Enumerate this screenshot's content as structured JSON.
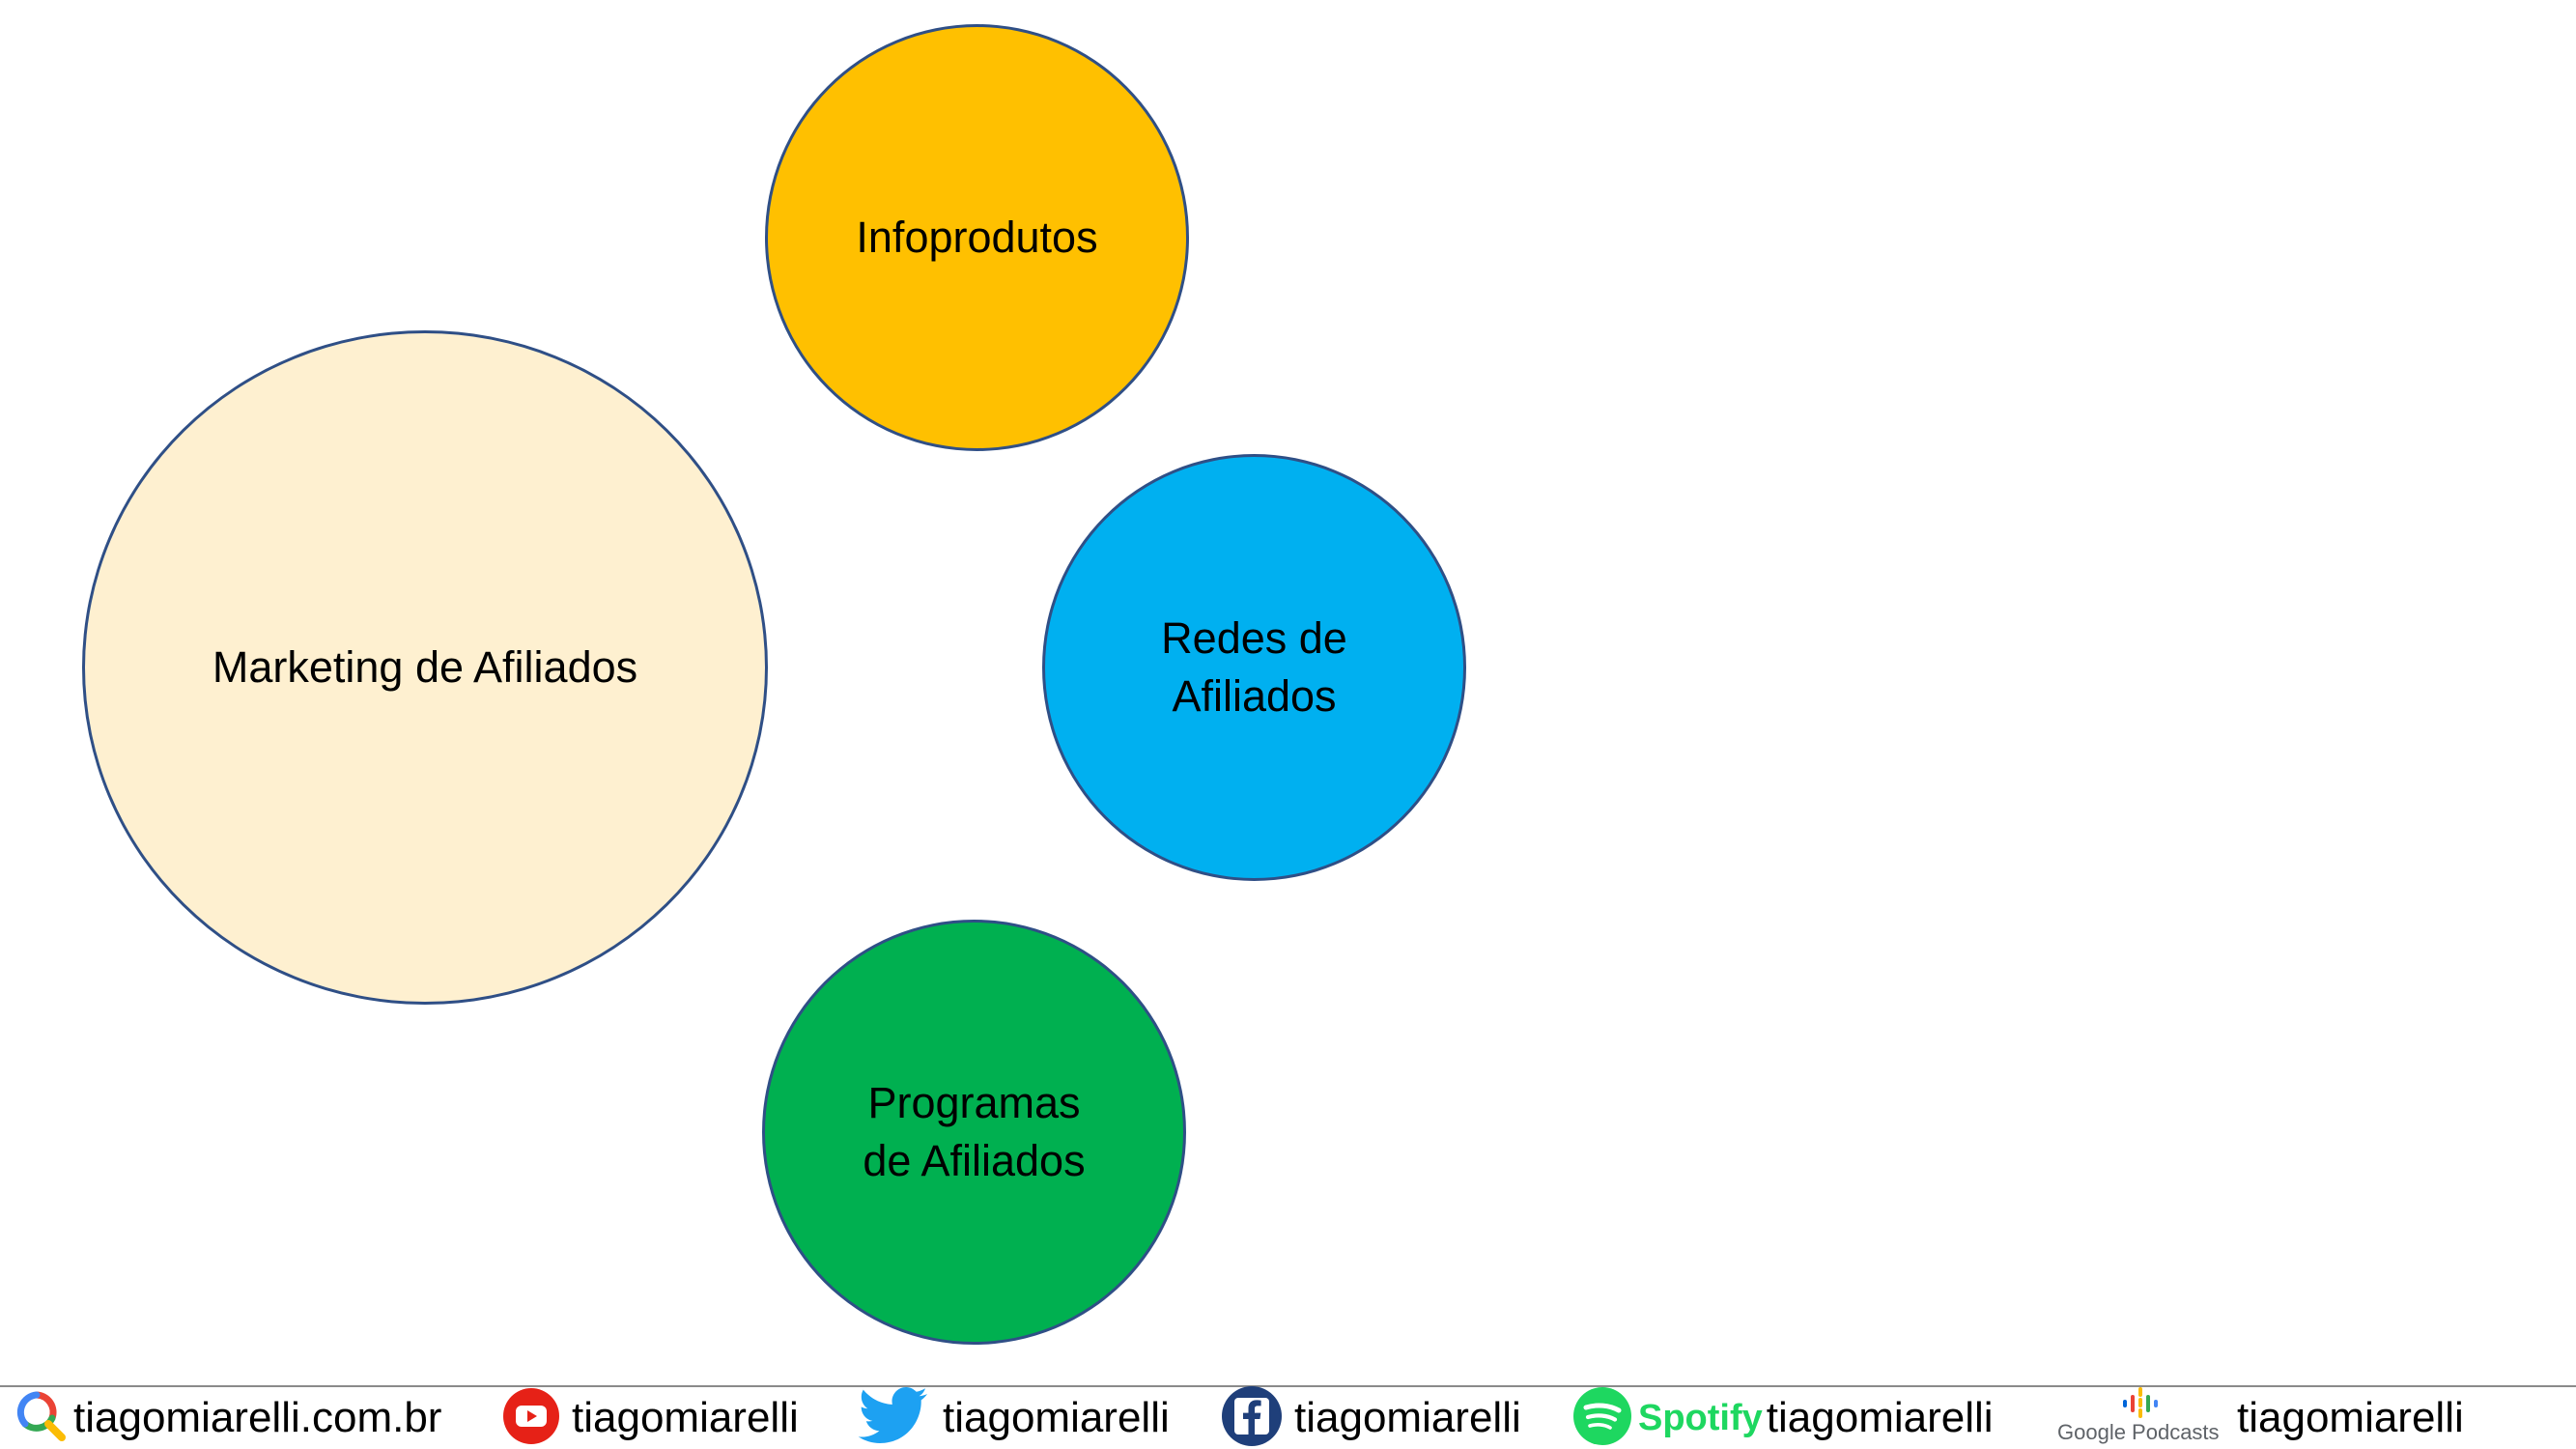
{
  "diagram": {
    "nodes": [
      {
        "id": "main",
        "label_lines": [
          "Marketing de Afiliados"
        ],
        "fill": "#fef0d0"
      },
      {
        "id": "info",
        "label_lines": [
          "Infoprodutos"
        ],
        "fill": "#ffc000"
      },
      {
        "id": "redes",
        "label_lines": [
          "Redes de",
          "Afiliados"
        ],
        "fill": "#00b0f0"
      },
      {
        "id": "prog",
        "label_lines": [
          "Programas",
          "de Afiliados"
        ],
        "fill": "#00b050"
      }
    ],
    "outline_color": "#2f4f86"
  },
  "footer": {
    "items": [
      {
        "icon": "search-icon",
        "text": "tiagomiarelli.com.br"
      },
      {
        "icon": "youtube-icon",
        "text": "tiagomiarelli"
      },
      {
        "icon": "twitter-icon",
        "text": "tiagomiarelli"
      },
      {
        "icon": "facebook-icon",
        "text": "tiagomiarelli"
      },
      {
        "icon": "spotify-icon",
        "brand": "Spotify",
        "text": "tiagomiarelli"
      },
      {
        "icon": "google-podcasts-icon",
        "brand": "Google Podcasts",
        "text": "tiagomiarelli"
      }
    ],
    "colors": {
      "youtube": "#e62117",
      "twitter": "#1da1f2",
      "facebook": "#1f3f7a",
      "spotify": "#1ed760"
    }
  }
}
